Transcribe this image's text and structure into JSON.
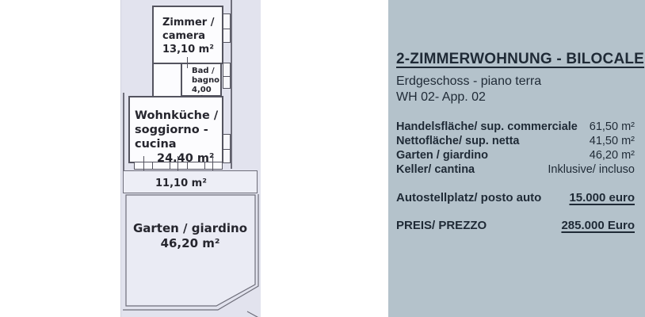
{
  "floorplan": {
    "zimmer": {
      "name_de": "Zimmer /",
      "name_it": "camera",
      "area": "13,10 m²"
    },
    "bad": {
      "name_de": "Bad /",
      "name_it": "bagno",
      "area": "4,00 m²"
    },
    "wohnkueche": {
      "name_de": "Wohnküche /",
      "name_it": "soggiorno - cucina",
      "area": "24,40 m²"
    },
    "terrasse": {
      "area": "11,10 m²"
    },
    "garten": {
      "name": "Garten / giardino",
      "area": "46,20 m²"
    }
  },
  "panel": {
    "title": "2-ZIMMERWOHNUNG - BILOCALE",
    "floor": "Erdgeschoss - piano terra",
    "unit": "WH 02- App. 02",
    "details": [
      {
        "label": "Handelsfläche/ sup. commerciale",
        "value": "61,50 m²"
      },
      {
        "label": "Nettofläche/ sup. netta",
        "value": "41,50 m²"
      },
      {
        "label": "Garten / giardino",
        "value": "46,20 m²"
      },
      {
        "label": "Keller/ cantina",
        "value": "Inklusive/ incluso"
      }
    ],
    "parking": {
      "label": "Autostellplatz/ posto auto",
      "value": "15.000 euro"
    },
    "price": {
      "label": "PREIS/ PREZZO",
      "value": "285.000 Euro"
    }
  },
  "colors": {
    "panel_bg": "#b4c2cb",
    "panel_text": "#1f2a36",
    "plan_bg": "#e2e3ee",
    "room_fill": "#fcfcfe",
    "wall": "#54545f"
  }
}
